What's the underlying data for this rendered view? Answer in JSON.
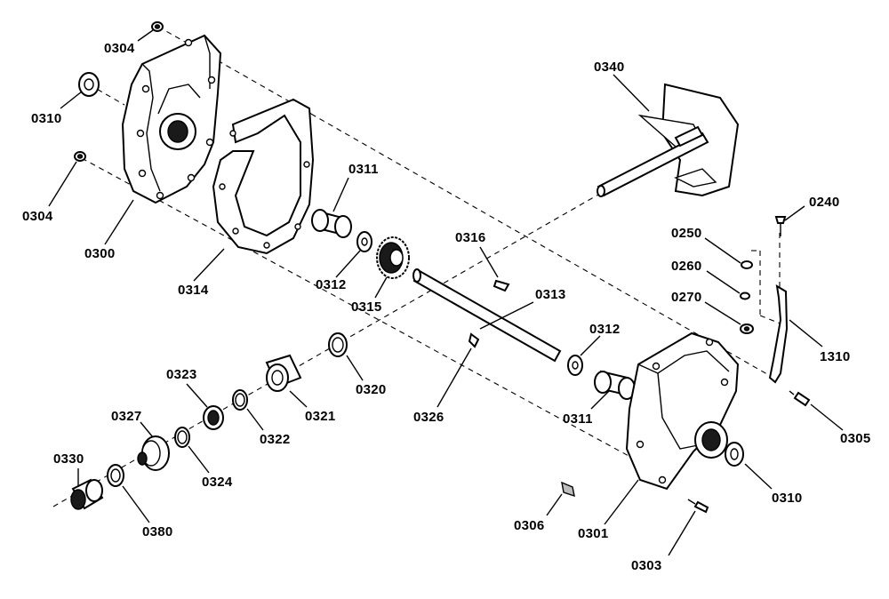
{
  "labels": {
    "p0304a": "0304",
    "p0310a": "0310",
    "p0304b": "0304",
    "p0300": "0300",
    "p0314": "0314",
    "p0311a": "0311",
    "p0312a": "0312",
    "p0315": "0315",
    "p0316": "0316",
    "p0313": "0313",
    "p0340": "0340",
    "p0240": "0240",
    "p0250": "0250",
    "p0260": "0260",
    "p0270": "0270",
    "p1310": "1310",
    "p0312b": "0312",
    "p0311b": "0311",
    "p0326": "0326",
    "p0320": "0320",
    "p0321": "0321",
    "p0322": "0322",
    "p0323": "0323",
    "p0327": "0327",
    "p0324": "0324",
    "p0330": "0330",
    "p0380": "0380",
    "p0306": "0306",
    "p0301": "0301",
    "p0303": "0303",
    "p0305": "0305",
    "p0310b": "0310"
  }
}
